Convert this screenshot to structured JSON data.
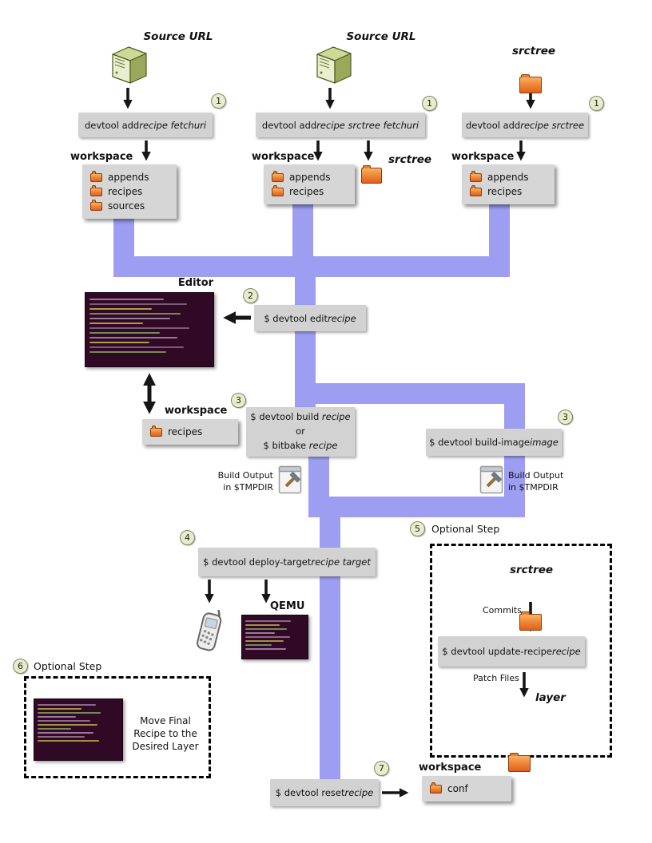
{
  "step_numbers": {
    "one_a": "1",
    "one_b": "1",
    "one_c": "1",
    "two": "2",
    "three_a": "3",
    "three_b": "3",
    "four": "4",
    "five": "5",
    "six": "6",
    "seven": "7"
  },
  "col1": {
    "title": "Source URL",
    "cmd": {
      "prefix": "devtool add ",
      "args": "recipe fetchuri"
    },
    "workspace": {
      "label": "workspace",
      "folders": [
        "appends",
        "recipes",
        "sources"
      ]
    }
  },
  "col2": {
    "title": "Source URL",
    "cmd": {
      "prefix": "devtool add ",
      "args": "recipe srctree fetchuri"
    },
    "workspace": {
      "label": "workspace",
      "folders": [
        "appends",
        "recipes"
      ]
    },
    "srctree_label": "srctree"
  },
  "col3": {
    "title": "srctree",
    "cmd": {
      "prefix": "devtool add ",
      "args": "recipe srctree"
    },
    "workspace": {
      "label": "workspace",
      "folders": [
        "appends",
        "recipes"
      ]
    }
  },
  "editor": {
    "label": "Editor",
    "cmd": {
      "prefix": "$ devtool edit ",
      "args": "recipe"
    },
    "workspace": {
      "label": "workspace",
      "folders": [
        "recipes"
      ]
    }
  },
  "build": {
    "line1": {
      "prefix": "$ devtool build ",
      "args": "recipe"
    },
    "or": "or",
    "line2": {
      "prefix": "$ bitbake ",
      "args": "recipe"
    },
    "output_line1": "Build Output",
    "output_line2": "in $TMPDIR"
  },
  "build_image": {
    "cmd": {
      "prefix": "$ devtool build-image ",
      "args": "image"
    },
    "output_line1": "Build Output",
    "output_line2": "in $TMPDIR"
  },
  "deploy": {
    "cmd": {
      "prefix": "$ devtool deploy-target ",
      "args": "recipe target"
    },
    "qemu_label": "QEMU"
  },
  "step5": {
    "title": "Optional Step",
    "srctree_label": "srctree",
    "commits_label": "Commits",
    "cmd": {
      "prefix": "$ devtool update-recipe ",
      "args": "recipe"
    },
    "patch_label": "Patch Files",
    "layer_label": "layer"
  },
  "step6": {
    "title": "Optional Step",
    "note": "Move Final Recipe to the Desired Layer"
  },
  "reset": {
    "cmd": {
      "prefix": "$ devtool reset ",
      "args": "recipe"
    },
    "workspace": {
      "label": "workspace",
      "folders": [
        "conf"
      ]
    }
  }
}
